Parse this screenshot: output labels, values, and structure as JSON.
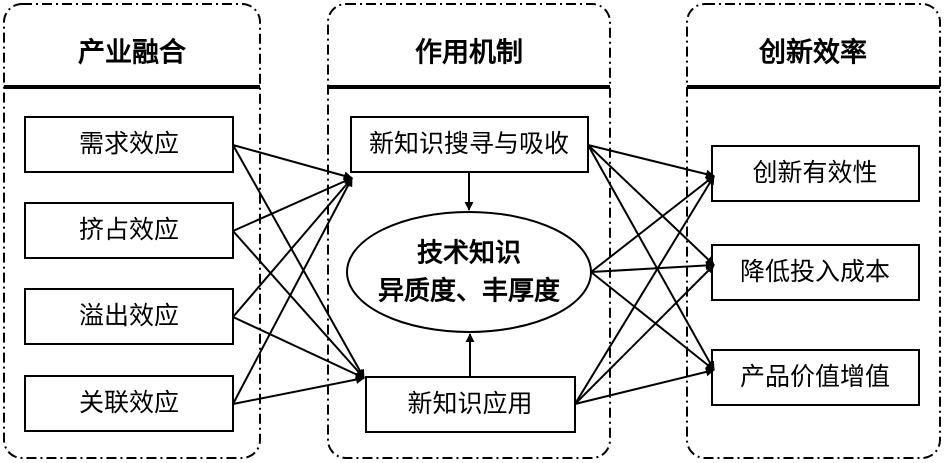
{
  "columns": {
    "left": {
      "title": "产业融合",
      "items": [
        "需求效应",
        "挤占效应",
        "溢出效应",
        "关联效应"
      ]
    },
    "middle": {
      "title": "作用机制",
      "top_box": "新知识搜寻与吸收",
      "center_line1": "技术知识",
      "center_line2": "异质度、丰厚度",
      "bottom_box": "新知识应用"
    },
    "right": {
      "title": "创新效率",
      "items": [
        "创新有效性",
        "降低投入成本",
        "产品价值增值"
      ]
    }
  }
}
